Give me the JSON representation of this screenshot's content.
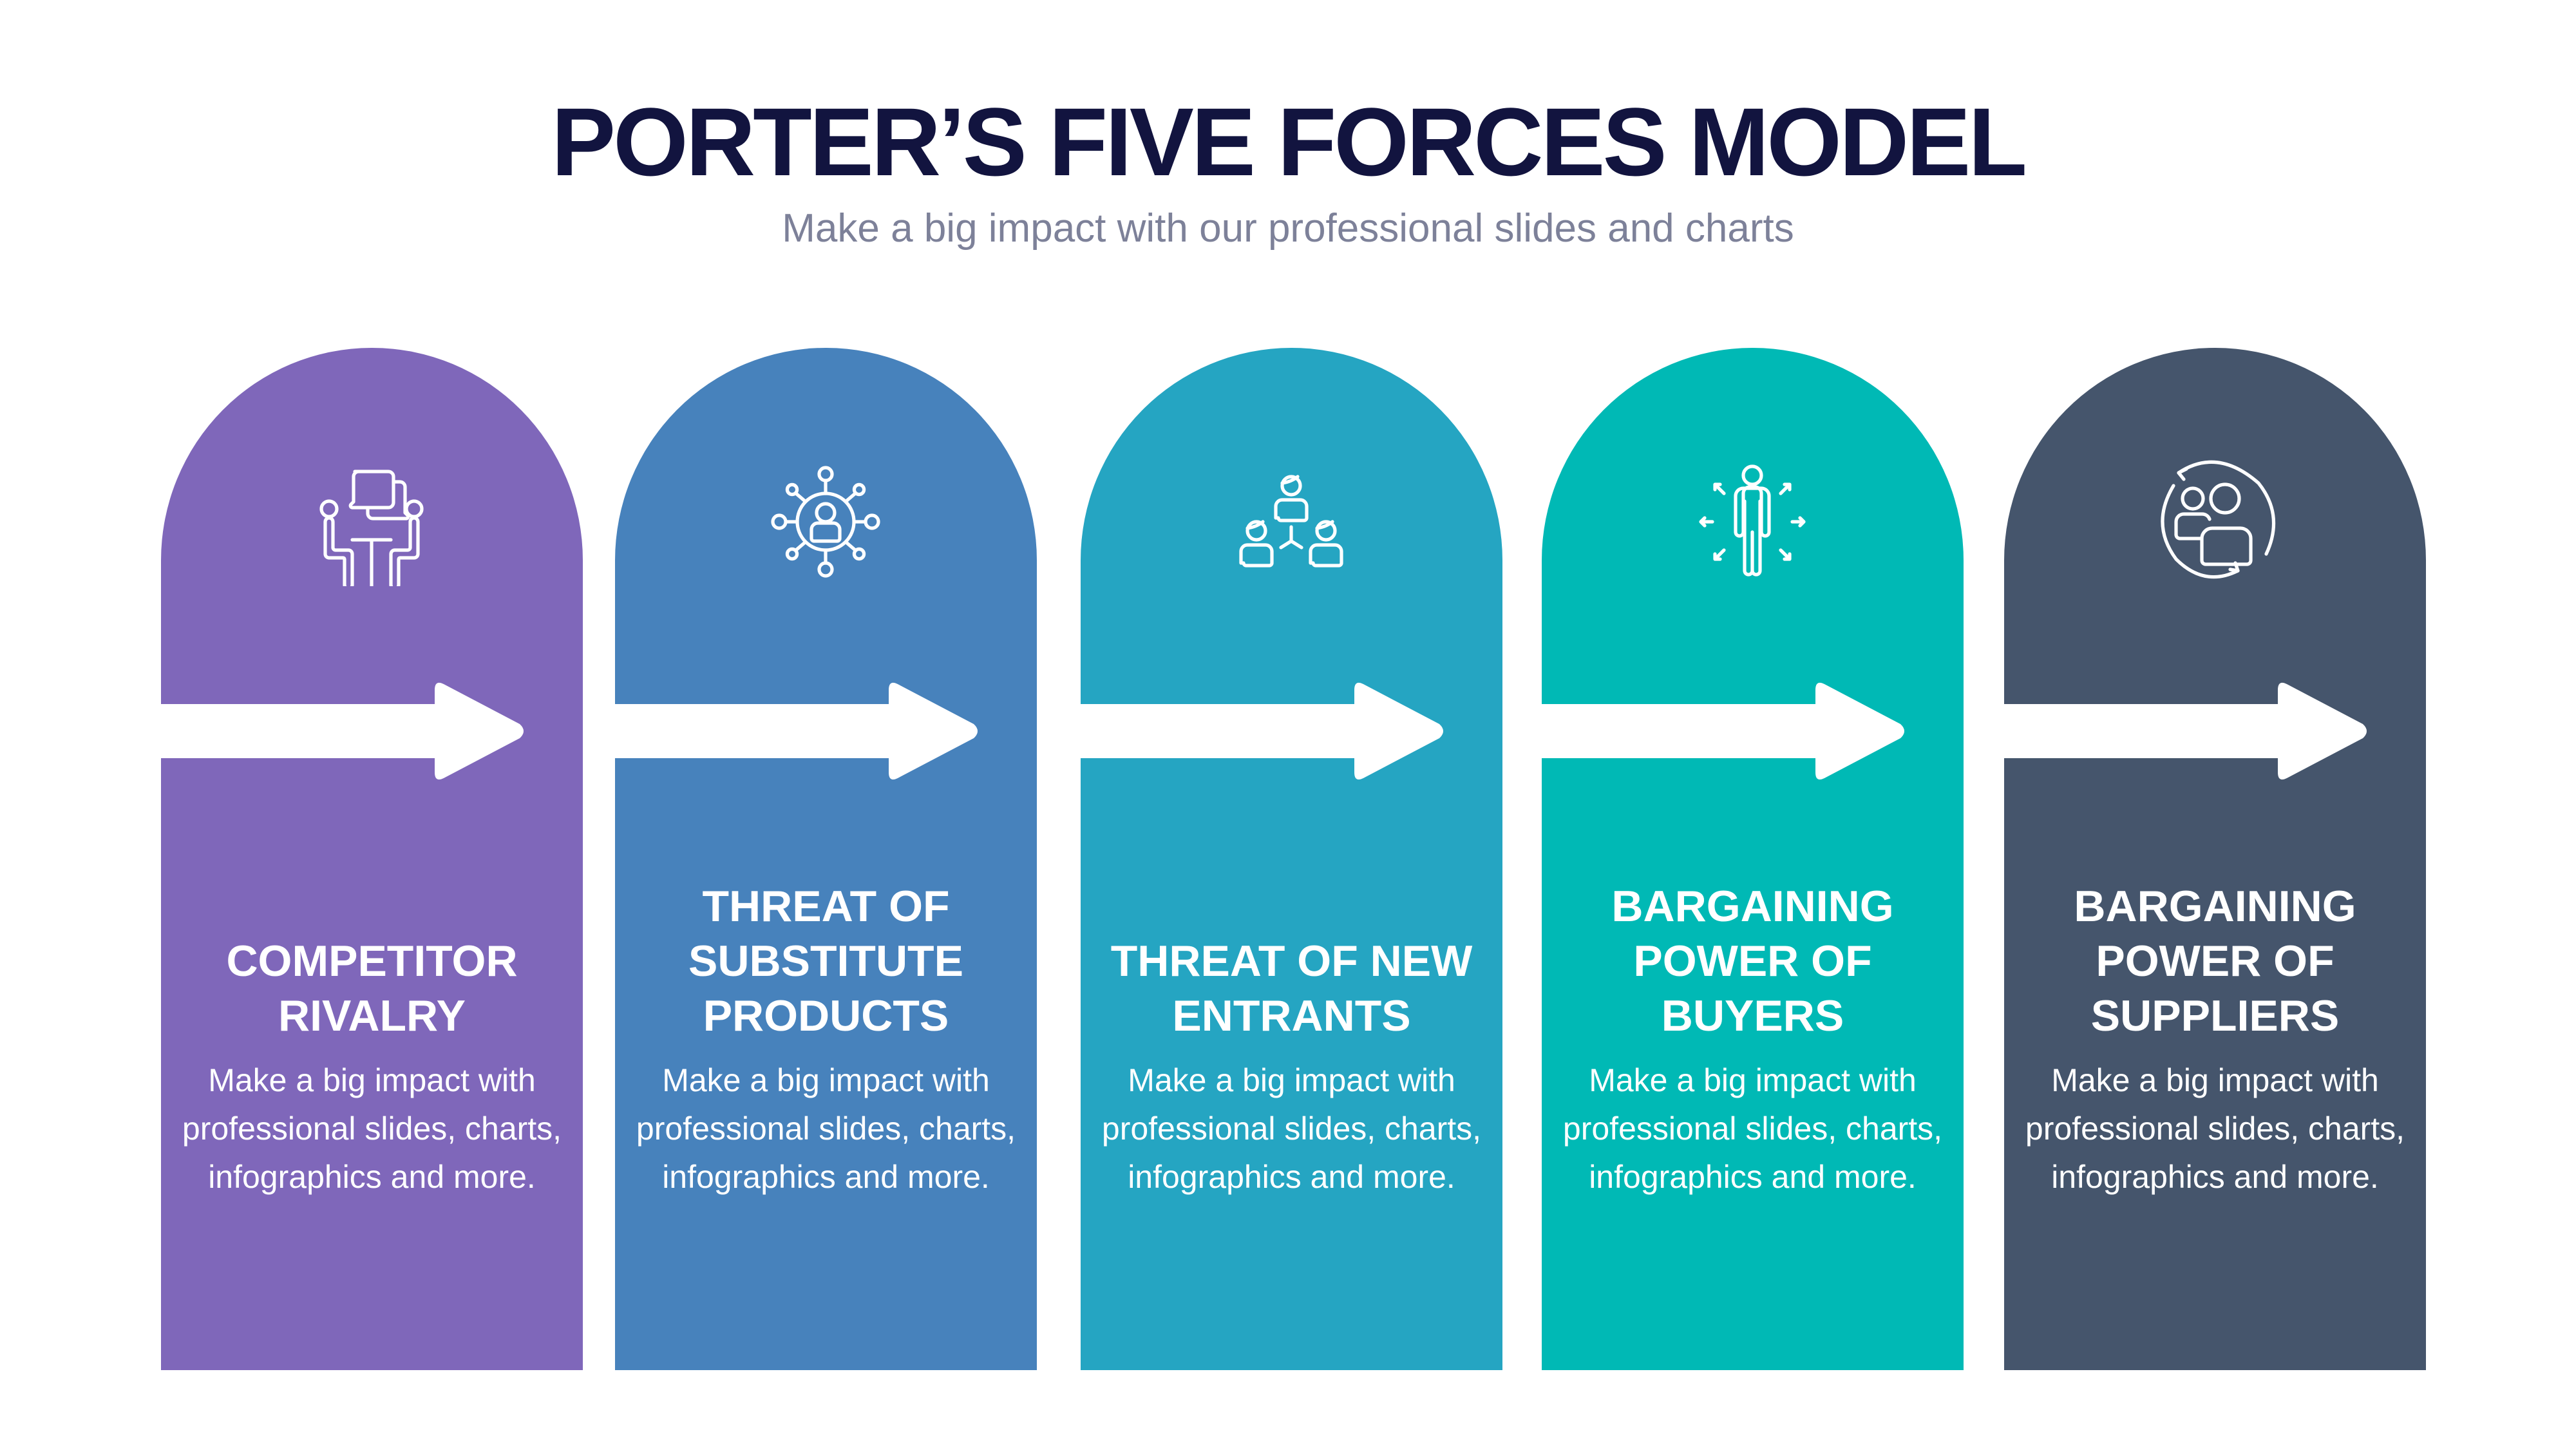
{
  "header": {
    "title": "PORTER’S FIVE FORCES MODEL",
    "subtitle": "Make a big impact with our professional slides and charts"
  },
  "colors": {
    "title": "#12143f",
    "subtitle": "#7d8199",
    "background": "#ffffff"
  },
  "forces": [
    {
      "icon": "meeting-people-icon",
      "color": "#7f67ba",
      "title": "COMPETITOR RIVALRY",
      "body": "Make a big impact with professional slides, charts, infographics and more."
    },
    {
      "icon": "network-person-icon",
      "color": "#4782bc",
      "title": "THREAT OF SUBSTITUTE PRODUCTS",
      "body": "Make a big impact with professional slides, charts, infographics and more."
    },
    {
      "icon": "team-hierarchy-icon",
      "color": "#25a5c2",
      "title": "THREAT OF NEW ENTRANTS",
      "body": "Make a big impact with professional slides, charts, infographics and more."
    },
    {
      "icon": "person-arrows-icon",
      "color": "#00b9b5",
      "title": "BARGAINING POWER OF BUYERS",
      "body": "Make a big impact with professional slides, charts, infographics and more."
    },
    {
      "icon": "people-exchange-icon",
      "color": "#45556c",
      "title": "BARGAINING POWER OF SUPPLIERS",
      "body": "Make a big impact with professional slides, charts, infographics and more."
    }
  ]
}
